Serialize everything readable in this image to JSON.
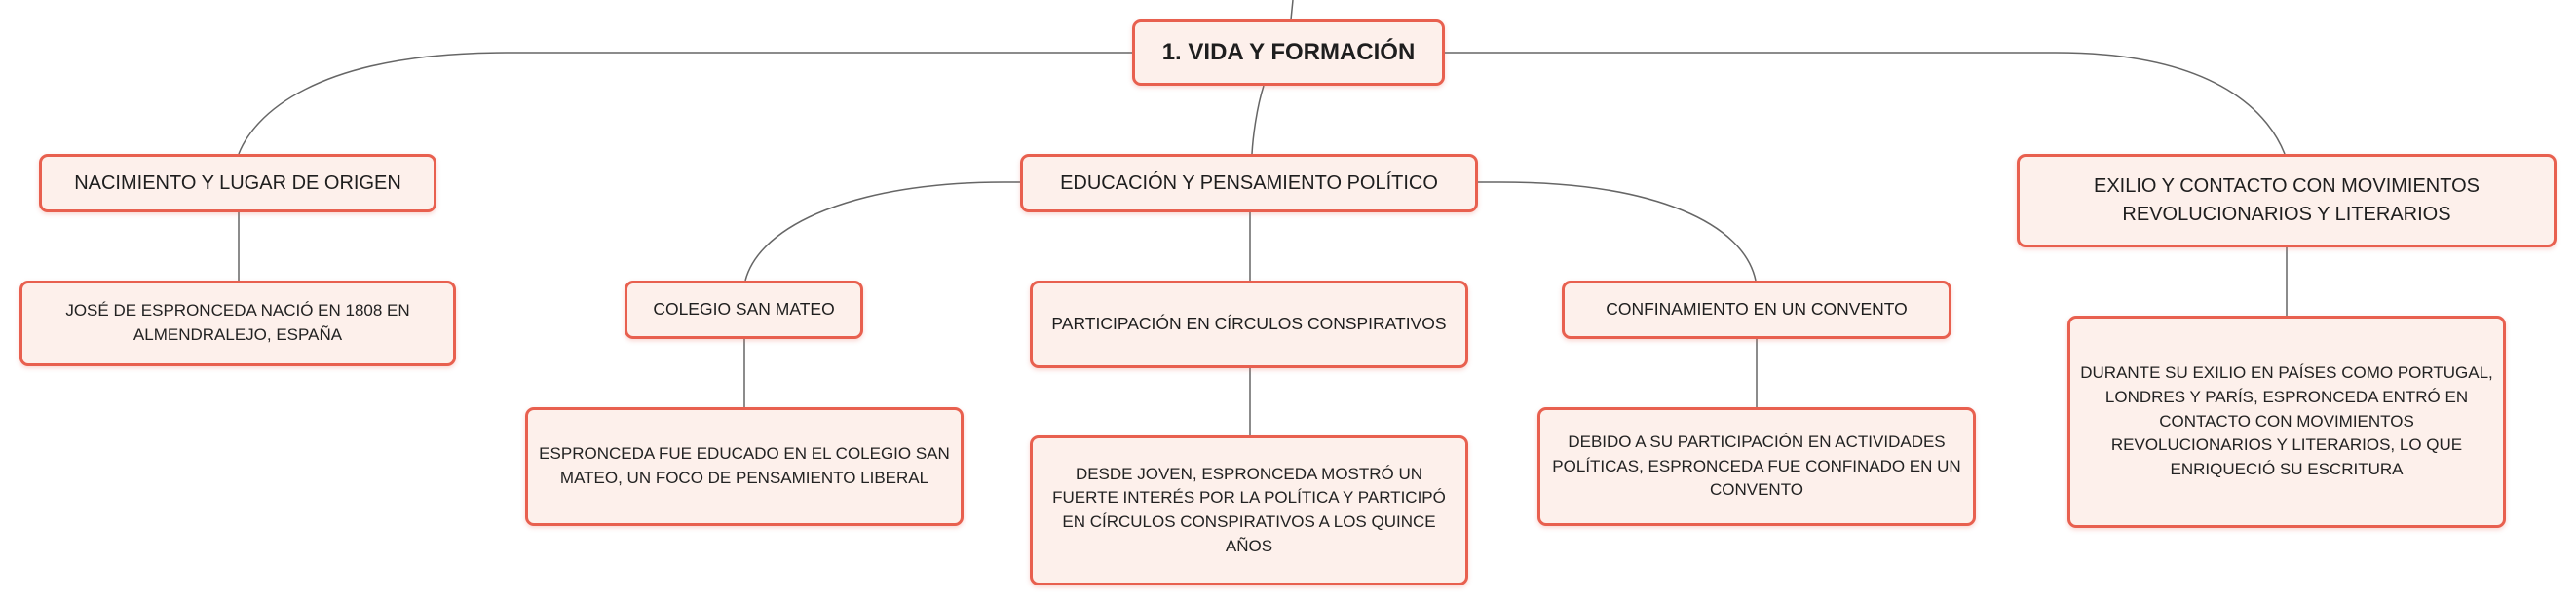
{
  "root": {
    "title": "1. VIDA Y FORMACIÓN"
  },
  "branches": {
    "origin": {
      "title": "NACIMIENTO Y LUGAR DE ORIGEN",
      "detail": "JOSÉ DE ESPRONCEDA NACIÓ EN 1808 EN ALMENDRALEJO, ESPAÑA"
    },
    "education": {
      "title": "EDUCACIÓN Y PENSAMIENTO POLÍTICO",
      "children": {
        "college": {
          "title": "COLEGIO SAN MATEO",
          "detail": "ESPRONCEDA FUE EDUCADO EN EL COLEGIO SAN MATEO, UN FOCO DE PENSAMIENTO LIBERAL"
        },
        "circles": {
          "title": "PARTICIPACIÓN EN CÍRCULOS CONSPIRATIVOS",
          "detail": "DESDE JOVEN, ESPRONCEDA MOSTRÓ UN FUERTE INTERÉS POR LA POLÍTICA Y PARTICIPÓ EN CÍRCULOS CONSPIRATIVOS A LOS QUINCE AÑOS"
        },
        "convent": {
          "title": "CONFINAMIENTO EN UN CONVENTO",
          "detail": "DEBIDO A SU PARTICIPACIÓN EN ACTIVIDADES POLÍTICAS, ESPRONCEDA FUE CONFINADO EN UN CONVENTO"
        }
      }
    },
    "exile": {
      "title": "EXILIO Y CONTACTO CON MOVIMIENTOS REVOLUCIONARIOS Y LITERARIOS",
      "detail": "DURANTE SU EXILIO EN PAÍSES COMO PORTUGAL, LONDRES Y PARÍS, ESPRONCEDA ENTRÓ EN CONTACTO CON MOVIMIENTOS REVOLUCIONARIOS Y LITERARIOS, LO QUE ENRIQUECIÓ SU ESCRITURA"
    }
  },
  "colors": {
    "node_border": "#e8604f",
    "node_fill": "#fdf0eb",
    "connector": "#666666"
  }
}
